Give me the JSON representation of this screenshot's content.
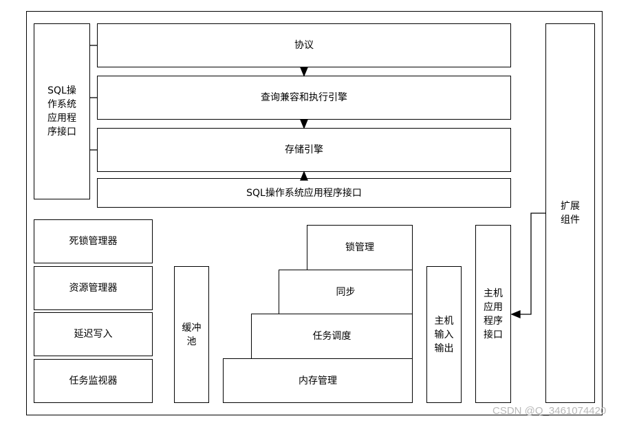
{
  "top_stack": {
    "protocol": "协议",
    "query_engine": "查询兼容和执行引擎",
    "storage_engine": "存储引擎",
    "os_api": "SQL操作系统应用程序接口"
  },
  "left_api": "SQL操作系统应用程序接口",
  "extension": "扩展组件",
  "managers": [
    "死锁管理器",
    "资源管理器",
    "延迟写入",
    "任务监视器"
  ],
  "buffer_pool": "缓冲池",
  "staircase": [
    "锁管理",
    "同步",
    "任务调度",
    "内存管理"
  ],
  "host_io": "主机输入输出",
  "host_api": "主机应用程序接口",
  "watermark": "CSDN @Q_3461074420"
}
